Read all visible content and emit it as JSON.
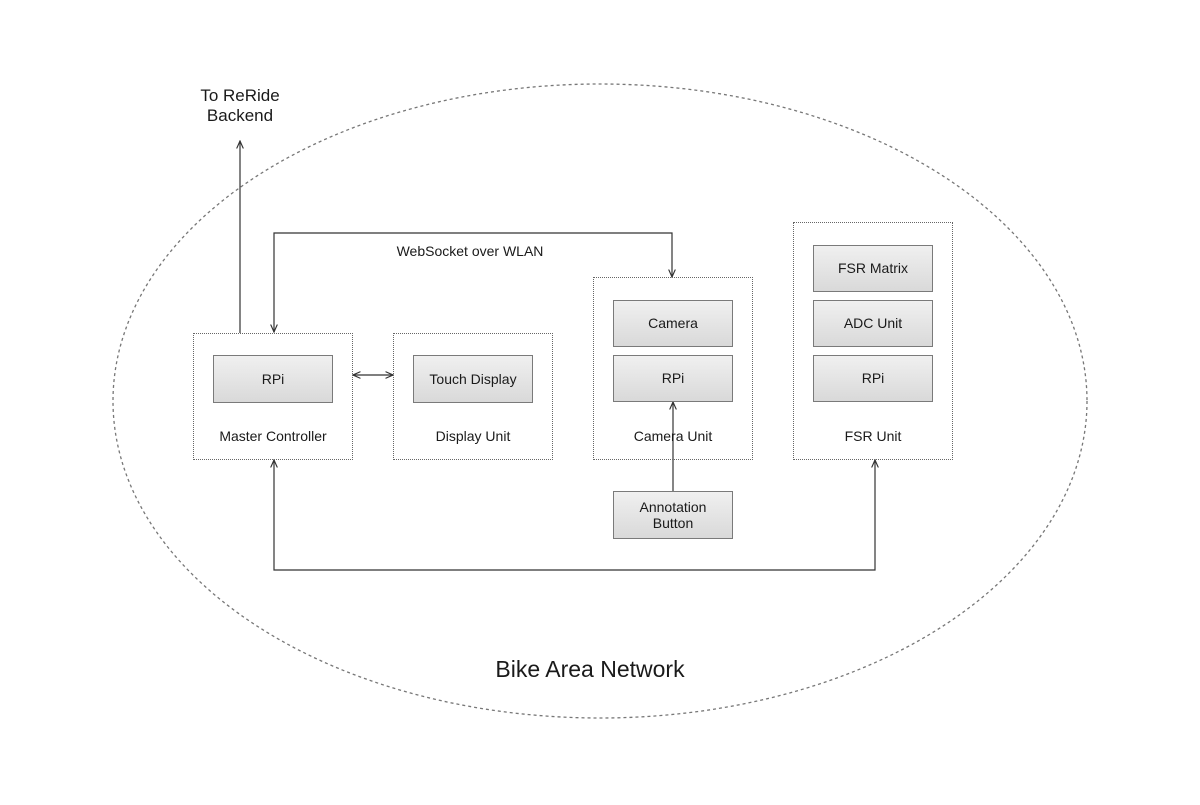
{
  "network_label": "Bike Area Network",
  "backend_label": {
    "line1": "To ReRide",
    "line2": "Backend"
  },
  "link_label": "WebSocket over WLAN",
  "units": {
    "master": {
      "label": "Master Controller",
      "components": [
        "RPi"
      ]
    },
    "display": {
      "label": "Display Unit",
      "components": [
        "Touch Display"
      ]
    },
    "camera": {
      "label": "Camera Unit",
      "components": [
        "Camera",
        "RPi"
      ]
    },
    "fsr": {
      "label": "FSR Unit",
      "components": [
        "FSR Matrix",
        "ADC Unit",
        "RPi"
      ]
    }
  },
  "annotation_button": {
    "line1": "Annotation",
    "line2": "Button"
  }
}
